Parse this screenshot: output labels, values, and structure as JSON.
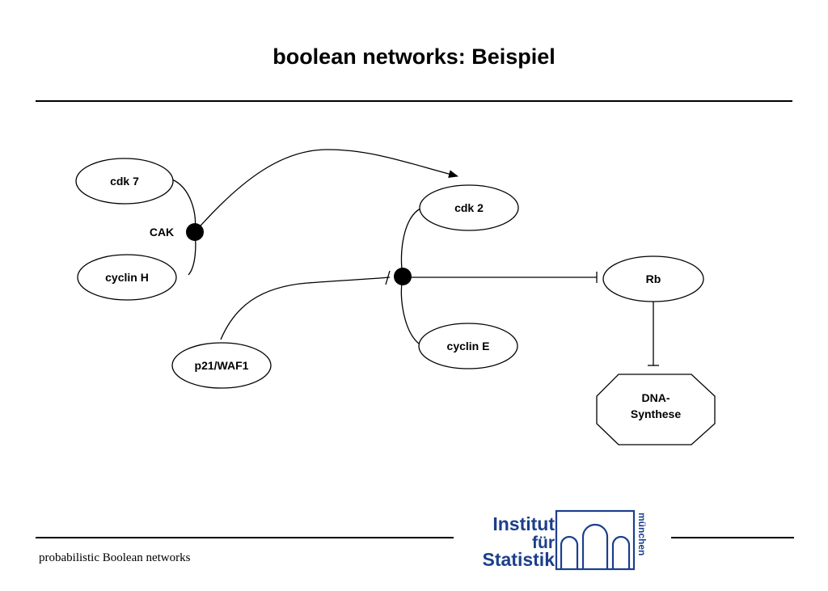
{
  "title": "boolean networks: Beispiel",
  "nodes": {
    "cdk7": "cdk 7",
    "cyclin_h": "cyclin H",
    "cak": "CAK",
    "cdk2": "cdk 2",
    "cyclin_e": "cyclin E",
    "p21": "p21/WAF1",
    "rb": "Rb",
    "dna_line1": "DNA-",
    "dna_line2": "Synthese"
  },
  "footer": {
    "text": "probabilistic Boolean networks"
  },
  "logo": {
    "line1": "Institut",
    "line2": "für",
    "line3": "Statistik",
    "side": "münchen"
  }
}
